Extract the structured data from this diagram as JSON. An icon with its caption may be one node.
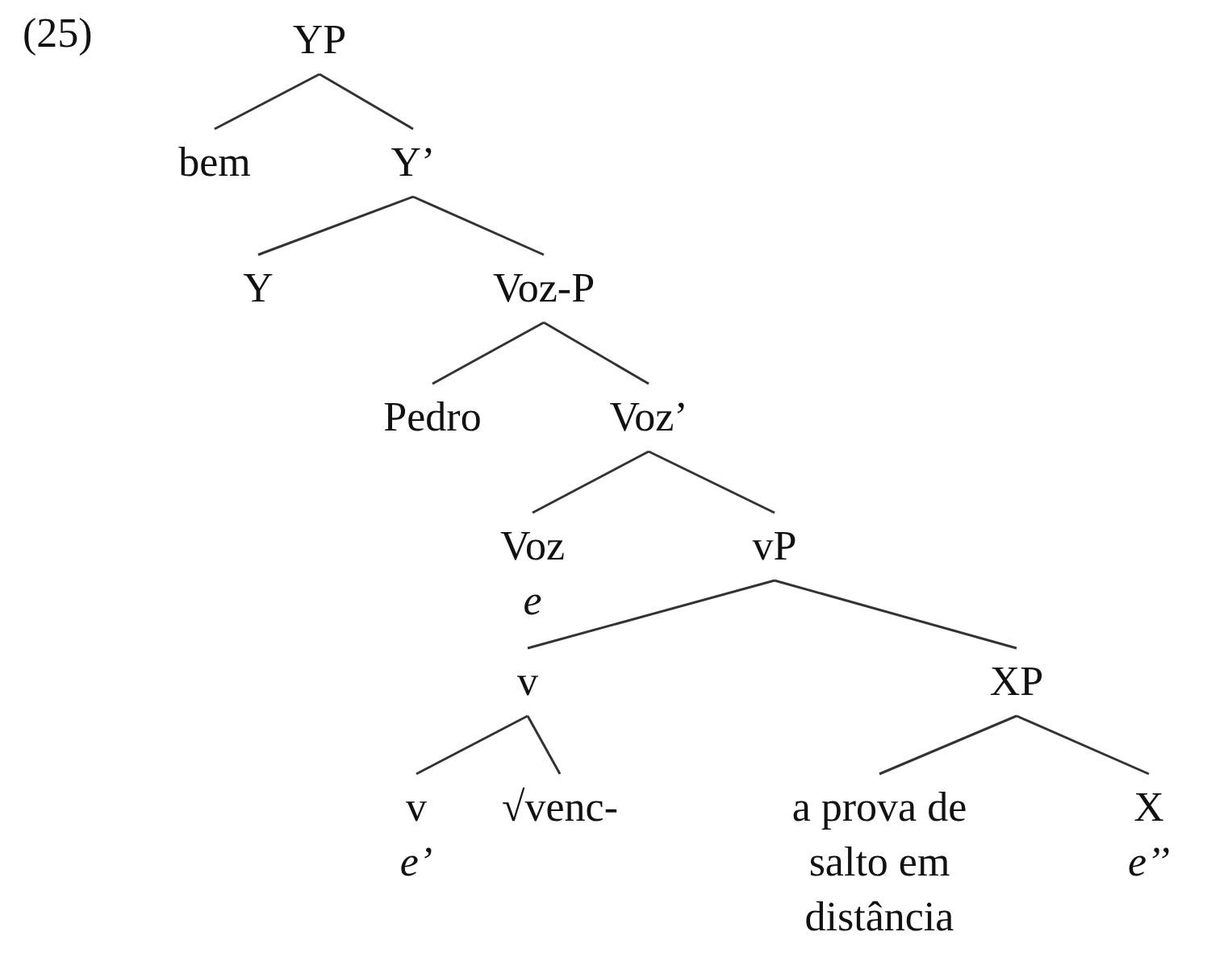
{
  "diagram": {
    "nodes": [
      {
        "text": [
          "YP"
        ]
      },
      {
        "text": [
          "bem"
        ]
      },
      {
        "text": [
          "Y’"
        ]
      },
      {
        "text": [
          "Y"
        ]
      },
      {
        "text": [
          "Voz-P"
        ]
      },
      {
        "text": [
          "Pedro"
        ]
      },
      {
        "text": [
          "Voz’"
        ]
      },
      {
        "text": [
          "Voz",
          "e"
        ]
      },
      {
        "text": [
          "vP"
        ]
      },
      {
        "text": [
          "v"
        ]
      },
      {
        "text": [
          "XP"
        ]
      },
      {
        "text": [
          "v",
          "e’"
        ]
      },
      {
        "text": [
          "√venc-"
        ]
      },
      {
        "text": [
          "a prova de salto em distância"
        ]
      },
      {
        "text": [
          "X",
          "e’’"
        ]
      }
    ],
    "edges": [
      {
        "from": 0,
        "to": 1,
        "arrow": "none"
      },
      {
        "from": 0,
        "to": 2,
        "arrow": "none"
      },
      {
        "from": 2,
        "to": 3,
        "arrow": "none"
      },
      {
        "from": 2,
        "to": 4,
        "arrow": "none"
      },
      {
        "from": 4,
        "to": 5,
        "arrow": "none"
      },
      {
        "from": 4,
        "to": 6,
        "arrow": "none"
      },
      {
        "from": 6,
        "to": 7,
        "arrow": "none"
      },
      {
        "from": 6,
        "to": 8,
        "arrow": "none"
      },
      {
        "from": 8,
        "to": 9,
        "arrow": "none"
      },
      {
        "from": 8,
        "to": 10,
        "arrow": "none"
      },
      {
        "from": 9,
        "to": 11,
        "arrow": "none"
      },
      {
        "from": 9,
        "to": 12,
        "arrow": "none"
      },
      {
        "from": 10,
        "to": 13,
        "arrow": "none"
      },
      {
        "from": 10,
        "to": 14,
        "arrow": "none"
      }
    ],
    "labels": [
      "(25)"
    ]
  }
}
